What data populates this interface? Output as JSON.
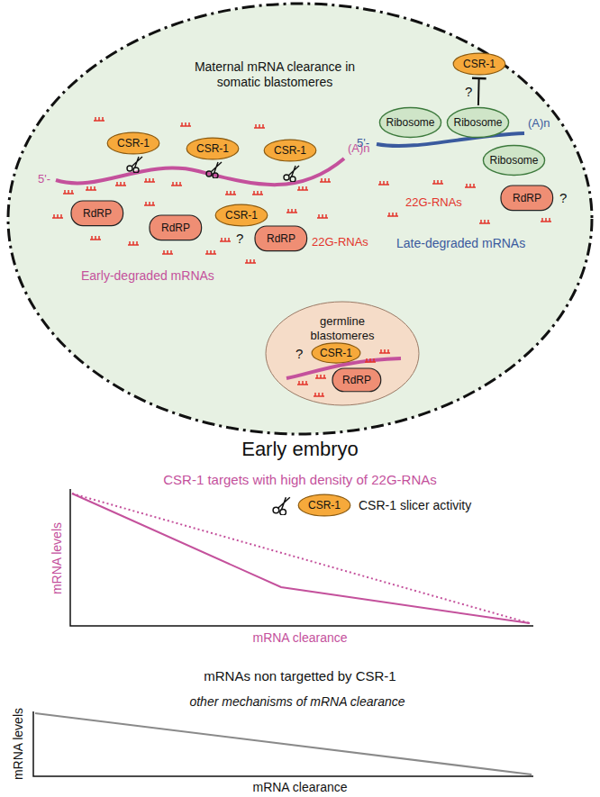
{
  "diagram": {
    "nodes": [
      {
        "text": [
          "Maternal mRNA clearance in somatic blastomeres"
        ]
      },
      {
        "text": [
          "CSR-1"
        ],
        "in": 0
      },
      {
        "text": [
          "CSR-1"
        ],
        "in": 0
      },
      {
        "text": [
          "CSR-1"
        ],
        "in": 0
      },
      {
        "text": [
          "RdRP"
        ],
        "in": 0
      },
      {
        "text": [
          "RdRP"
        ],
        "in": 0
      },
      {
        "text": [
          "CSR-1"
        ],
        "in": 0
      },
      {
        "text": [
          "RdRP"
        ],
        "in": 0
      },
      {
        "text": [
          "Ribosome"
        ],
        "in": 0
      },
      {
        "text": [
          "Ribosome"
        ],
        "in": 0
      },
      {
        "text": [
          "CSR-1"
        ],
        "in": 0
      },
      {
        "text": [
          "Ribosome"
        ],
        "in": 0
      },
      {
        "text": [
          "RdRP"
        ],
        "in": 0
      },
      {
        "text": [
          "germline blastomeres"
        ],
        "in": 0
      },
      {
        "text": [
          "CSR-1"
        ],
        "in": 13
      },
      {
        "text": [
          "RdRP"
        ],
        "in": 13
      },
      {
        "text": [
          "CSR-1"
        ]
      }
    ],
    "edges": [
      {
        "from": 9,
        "to": 10,
        "arrow": "to",
        "label": "?"
      }
    ],
    "labels": [
      "5'-",
      "(A)n",
      "22G-RNAs",
      "Early-degraded mRNAs",
      "?",
      "5'-",
      "(A)n",
      "22G-RNAs",
      "Late-degraded mRNAs",
      "?",
      "?",
      "Early embryo",
      "CSR-1 targets with high density of 22G-RNAs",
      "CSR-1 slicer activity",
      "mRNA levels",
      "mRNA clearance",
      "mRNAs non targetted by CSR-1",
      "other mechanisms of mRNA clearance",
      "mRNA levels",
      "mRNA clearance"
    ]
  }
}
